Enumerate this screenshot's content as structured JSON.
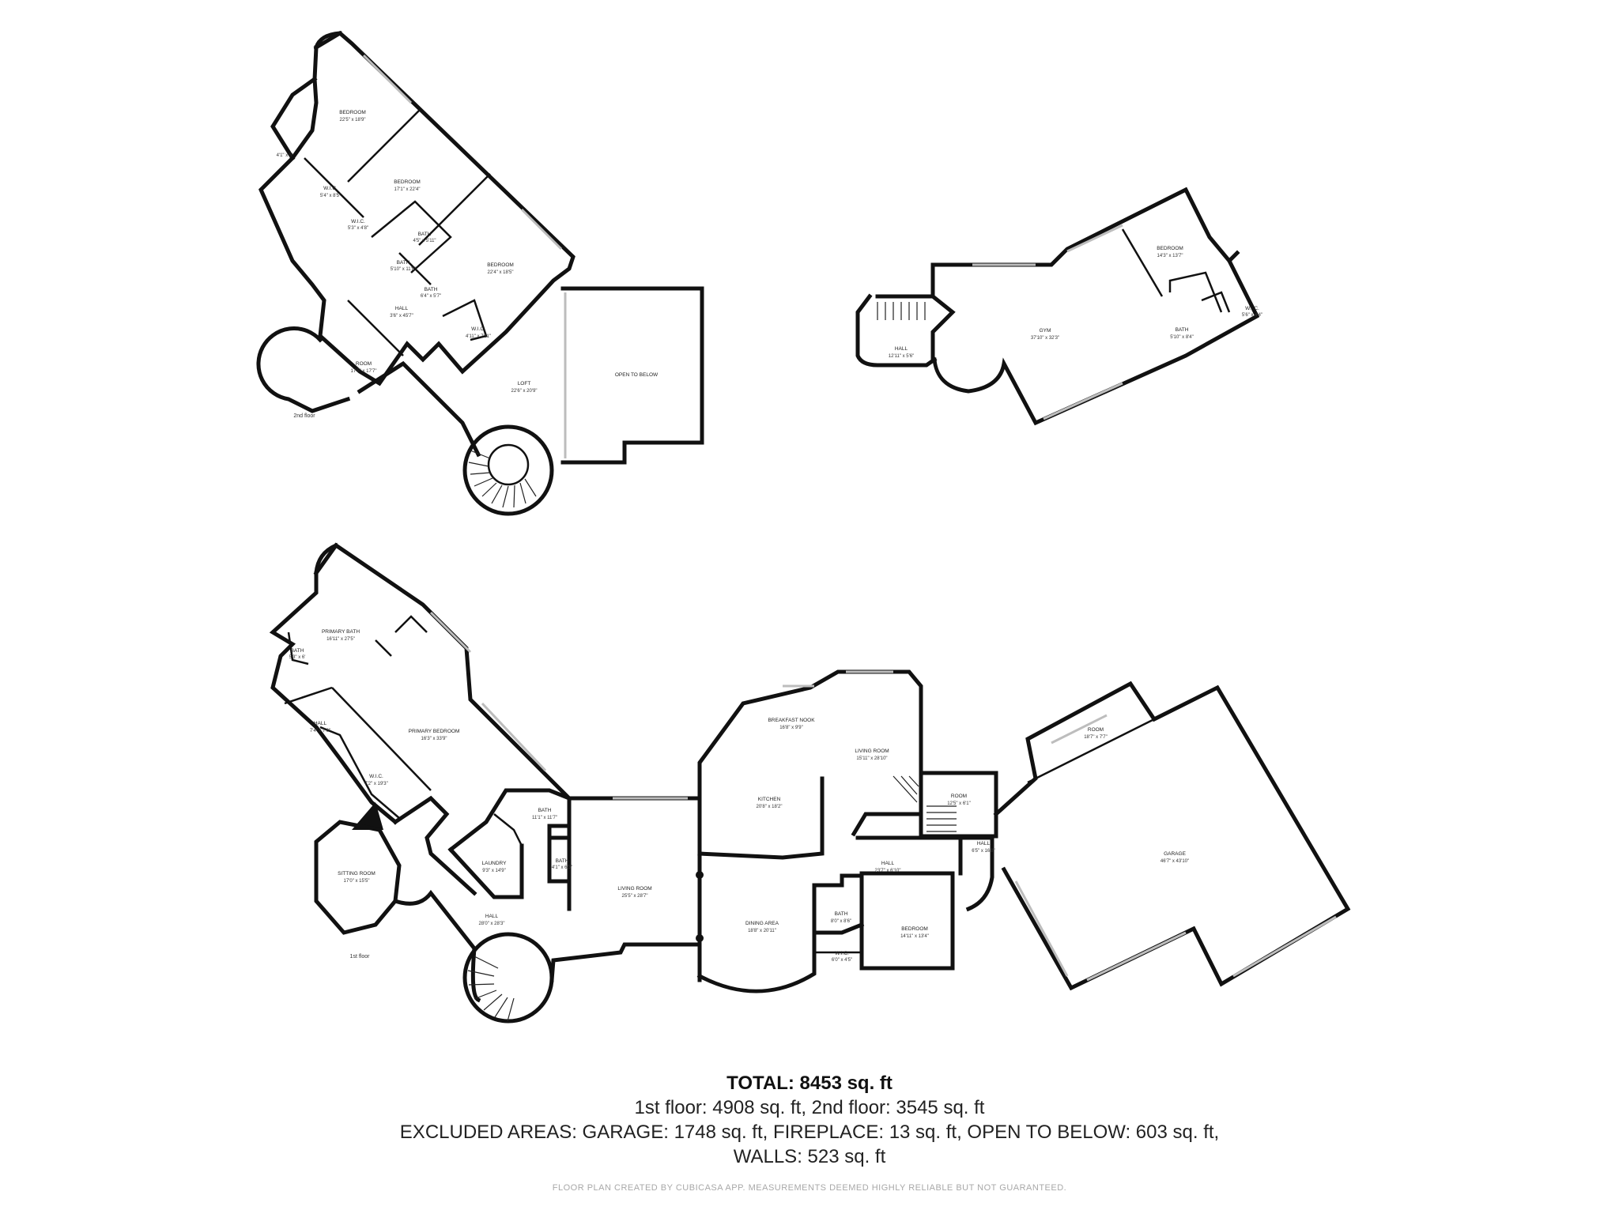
{
  "floors": [
    {
      "id": "1st",
      "label": "1st floor"
    },
    {
      "id": "2nd",
      "label": "2nd floor"
    }
  ],
  "rooms_2nd": [
    {
      "name": "BEDROOM",
      "dim": "22'5\" x 18'9\""
    },
    {
      "name": "BEDROOM",
      "dim": "17'1\" x 22'4\""
    },
    {
      "name": "W.I.C.",
      "dim": "5'4\" x 8'5\""
    },
    {
      "name": "W.I.C.",
      "dim": "5'3\" x 4'8\""
    },
    {
      "name": "BATH",
      "dim": "4'5\" x 5'11\""
    },
    {
      "name": "BATH",
      "dim": "5'10\" x 11'8\""
    },
    {
      "name": "BATH",
      "dim": "6'4\" x 5'7\""
    },
    {
      "name": "BEDROOM",
      "dim": "22'4\" x 18'5\""
    },
    {
      "name": "W.I.C.",
      "dim": "4'11\" x 7'11\""
    },
    {
      "name": "HALL",
      "dim": "3'6\" x 45'7\""
    },
    {
      "name": "ROOM",
      "dim": "17'5\" x 17'7\""
    },
    {
      "name": "LOFT",
      "dim": "22'6\" x 20'9\""
    },
    {
      "name": "OPEN TO BELOW",
      "dim": ""
    },
    {
      "name": "HALL",
      "dim": "12'11\" x 5'6\""
    },
    {
      "name": "GYM",
      "dim": "37'10\" x 32'3\""
    },
    {
      "name": "BEDROOM",
      "dim": "14'3\" x 13'7\""
    },
    {
      "name": "BATH",
      "dim": "5'10\" x 8'4\""
    },
    {
      "name": "W.I.C.",
      "dim": "5'6\" x 4'4\""
    }
  ],
  "misc_2nd": {
    "closet_dim": "4'1\" x 5'"
  },
  "rooms_1st": [
    {
      "name": "PRIMARY BATH",
      "dim": "16'11\" x 27'5\""
    },
    {
      "name": "BATH",
      "dim": "5'3\" x 6'"
    },
    {
      "name": "HALL",
      "dim": "7'4\" x 7'6\""
    },
    {
      "name": "PRIMARY BEDROOM",
      "dim": "16'3\" x 33'9\""
    },
    {
      "name": "W.I.C.",
      "dim": "7'2\" x 19'3\""
    },
    {
      "name": "SITTING ROOM",
      "dim": "17'0\" x 15'5\""
    },
    {
      "name": "BATH",
      "dim": "11'1\" x 11'7\""
    },
    {
      "name": "LAUNDRY",
      "dim": "9'3\" x 14'9\""
    },
    {
      "name": "BATH",
      "dim": "4'1\" x 6'3\""
    },
    {
      "name": "HALL",
      "dim": "28'0\" x 28'3\""
    },
    {
      "name": "LIVING ROOM",
      "dim": "25'5\" x 28'7\""
    },
    {
      "name": "BREAKFAST NOOK",
      "dim": "16'8\" x 9'9\""
    },
    {
      "name": "LIVING ROOM",
      "dim": "15'11\" x 28'10\""
    },
    {
      "name": "KITCHEN",
      "dim": "20'8\" x 18'2\""
    },
    {
      "name": "ROOM",
      "dim": "12'5\" x 6'1\""
    },
    {
      "name": "HALL",
      "dim": "6'5\" x 16'8\""
    },
    {
      "name": "HALL",
      "dim": "23'7\" x 6'10\""
    },
    {
      "name": "DINING AREA",
      "dim": "18'8\" x 20'11\""
    },
    {
      "name": "BATH",
      "dim": "8'0\" x 8'6\""
    },
    {
      "name": "W.I.C.",
      "dim": "6'0\" x 4'5\""
    },
    {
      "name": "BEDROOM",
      "dim": "14'11\" x 13'4\""
    },
    {
      "name": "ROOM",
      "dim": "18'7\" x 7'7\""
    },
    {
      "name": "GARAGE",
      "dim": "46'7\" x 43'10\""
    }
  ],
  "summary": {
    "total": "TOTAL: 8453 sq. ft",
    "floors": "1st floor: 4908 sq. ft, 2nd floor: 3545 sq. ft",
    "excluded_1": "EXCLUDED AREAS: GARAGE: 1748 sq. ft, FIREPLACE: 13 sq. ft, OPEN TO BELOW: 603 sq. ft,",
    "excluded_2": "WALLS: 523 sq. ft"
  },
  "credit": "FLOOR PLAN CREATED BY CUBICASA APP. MEASUREMENTS DEEMED HIGHLY RELIABLE BUT NOT GUARANTEED."
}
